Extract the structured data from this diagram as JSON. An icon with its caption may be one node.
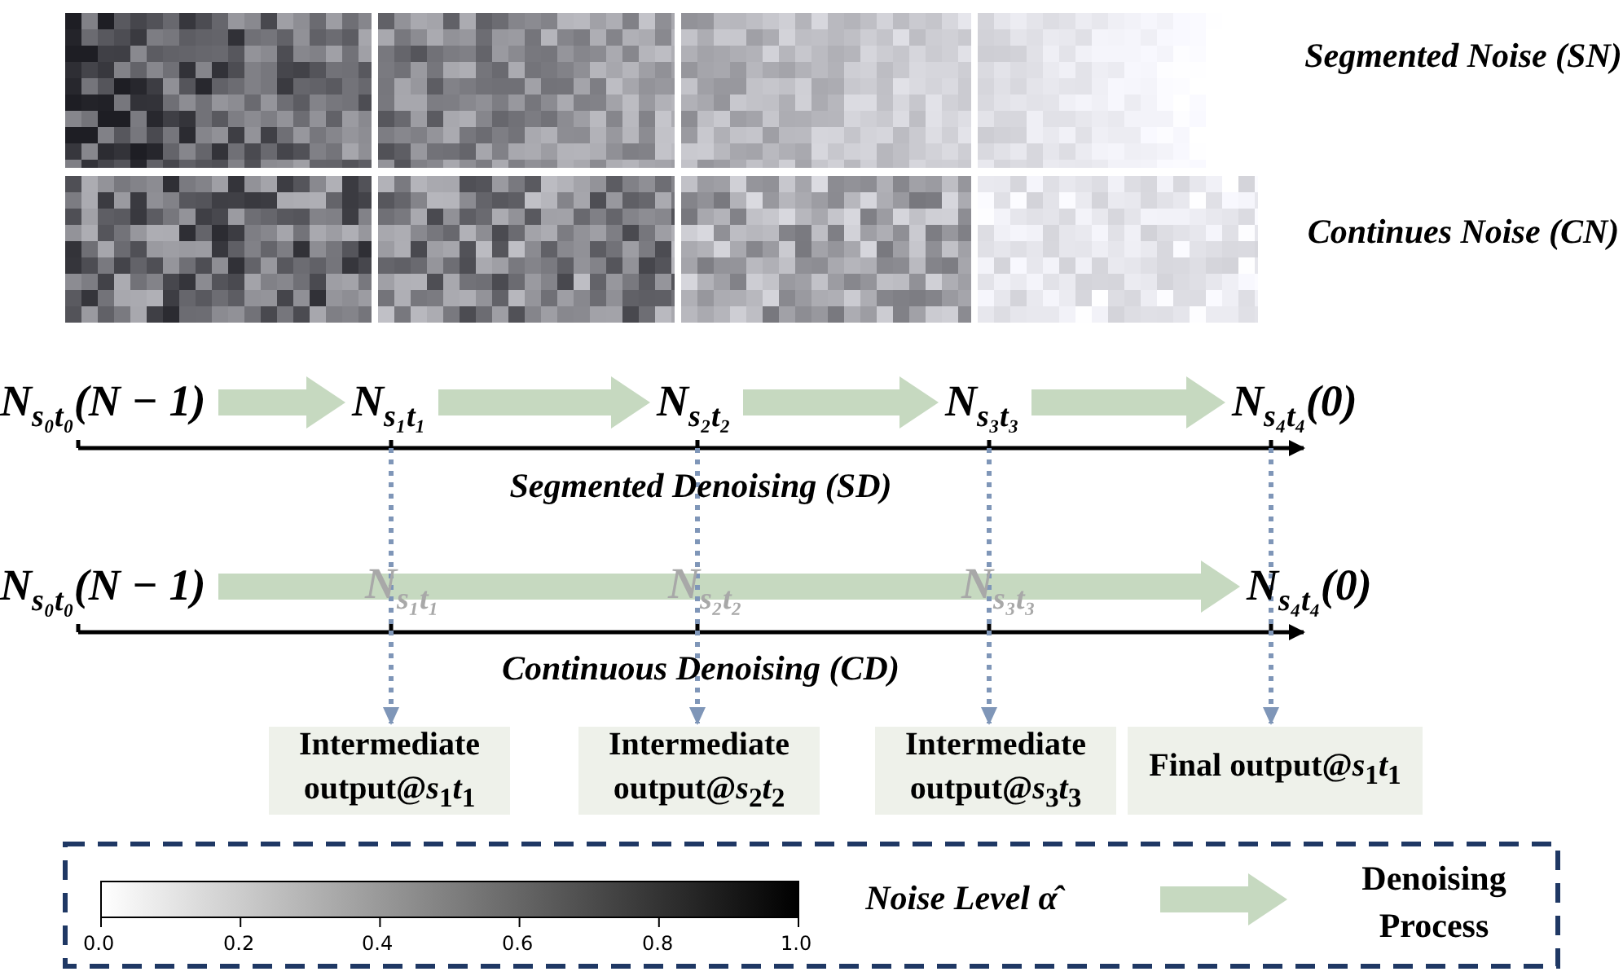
{
  "diagram": {
    "nodes": [
      {
        "text": [
          "N$_{s₀t₀}$(N − 1)"
        ]
      },
      {
        "text": [
          "N$_{s₁t₁}$"
        ]
      },
      {
        "text": [
          "N$_{s₂t₂}$"
        ]
      },
      {
        "text": [
          "N$_{s₃t₃}$"
        ]
      },
      {
        "text": [
          "N$_{s₄t₄}$(0)"
        ]
      },
      {
        "text": [
          "N$_{s₀t₀}$(N − 1)"
        ]
      },
      {
        "text": [
          "N$_{s₄t₄}$(0)"
        ]
      },
      {
        "text": [
          "Intermediate output@*s*$_{1}$*t*$_{1}$"
        ]
      },
      {
        "text": [
          "Intermediate output@*s*$_{2}$*t*$_{2}$"
        ]
      },
      {
        "text": [
          "Intermediate output@*s*$_{3}$*t*$_{3}$"
        ]
      },
      {
        "text": [
          "Final output@*s*$_{1}$*t*$_{1}$"
        ]
      }
    ],
    "edges": [
      {
        "from": 0,
        "to": 1,
        "arrow": "to",
        "style": "thick",
        "color": "#c6d9c0"
      },
      {
        "from": 1,
        "to": 2,
        "arrow": "to",
        "style": "thick",
        "color": "#c6d9c0"
      },
      {
        "from": 2,
        "to": 3,
        "arrow": "to",
        "style": "thick",
        "color": "#c6d9c0"
      },
      {
        "from": 3,
        "to": 4,
        "arrow": "to",
        "style": "thick",
        "color": "#c6d9c0"
      },
      {
        "from": 5,
        "to": 6,
        "arrow": "to",
        "style": "thick",
        "color": "#c6d9c0"
      },
      {
        "from": 1,
        "to": 7,
        "arrow": "to",
        "style": "dashed"
      },
      {
        "from": 2,
        "to": 8,
        "arrow": "to",
        "style": "dashed"
      },
      {
        "from": 3,
        "to": 9,
        "arrow": "to",
        "style": "dashed"
      },
      {
        "from": 4,
        "to": 10,
        "arrow": "to",
        "style": "dashed"
      }
    ],
    "labels": [
      "Segmented Noise (SN)",
      "Continues Noise (CN)",
      "Segmented Denoising (SD)",
      "N$_{s₁t₁}$",
      "N$_{s₂t₂}$",
      "N$_{s₃t₃}$",
      "Continuous Denoising (CD)",
      "0.0",
      "0.2",
      "0.4",
      "0.6",
      "0.8",
      "1.0",
      "Noise Level α̂"
    ],
    "legend": [
      {
        "text": "Denoising Process"
      }
    ]
  }
}
